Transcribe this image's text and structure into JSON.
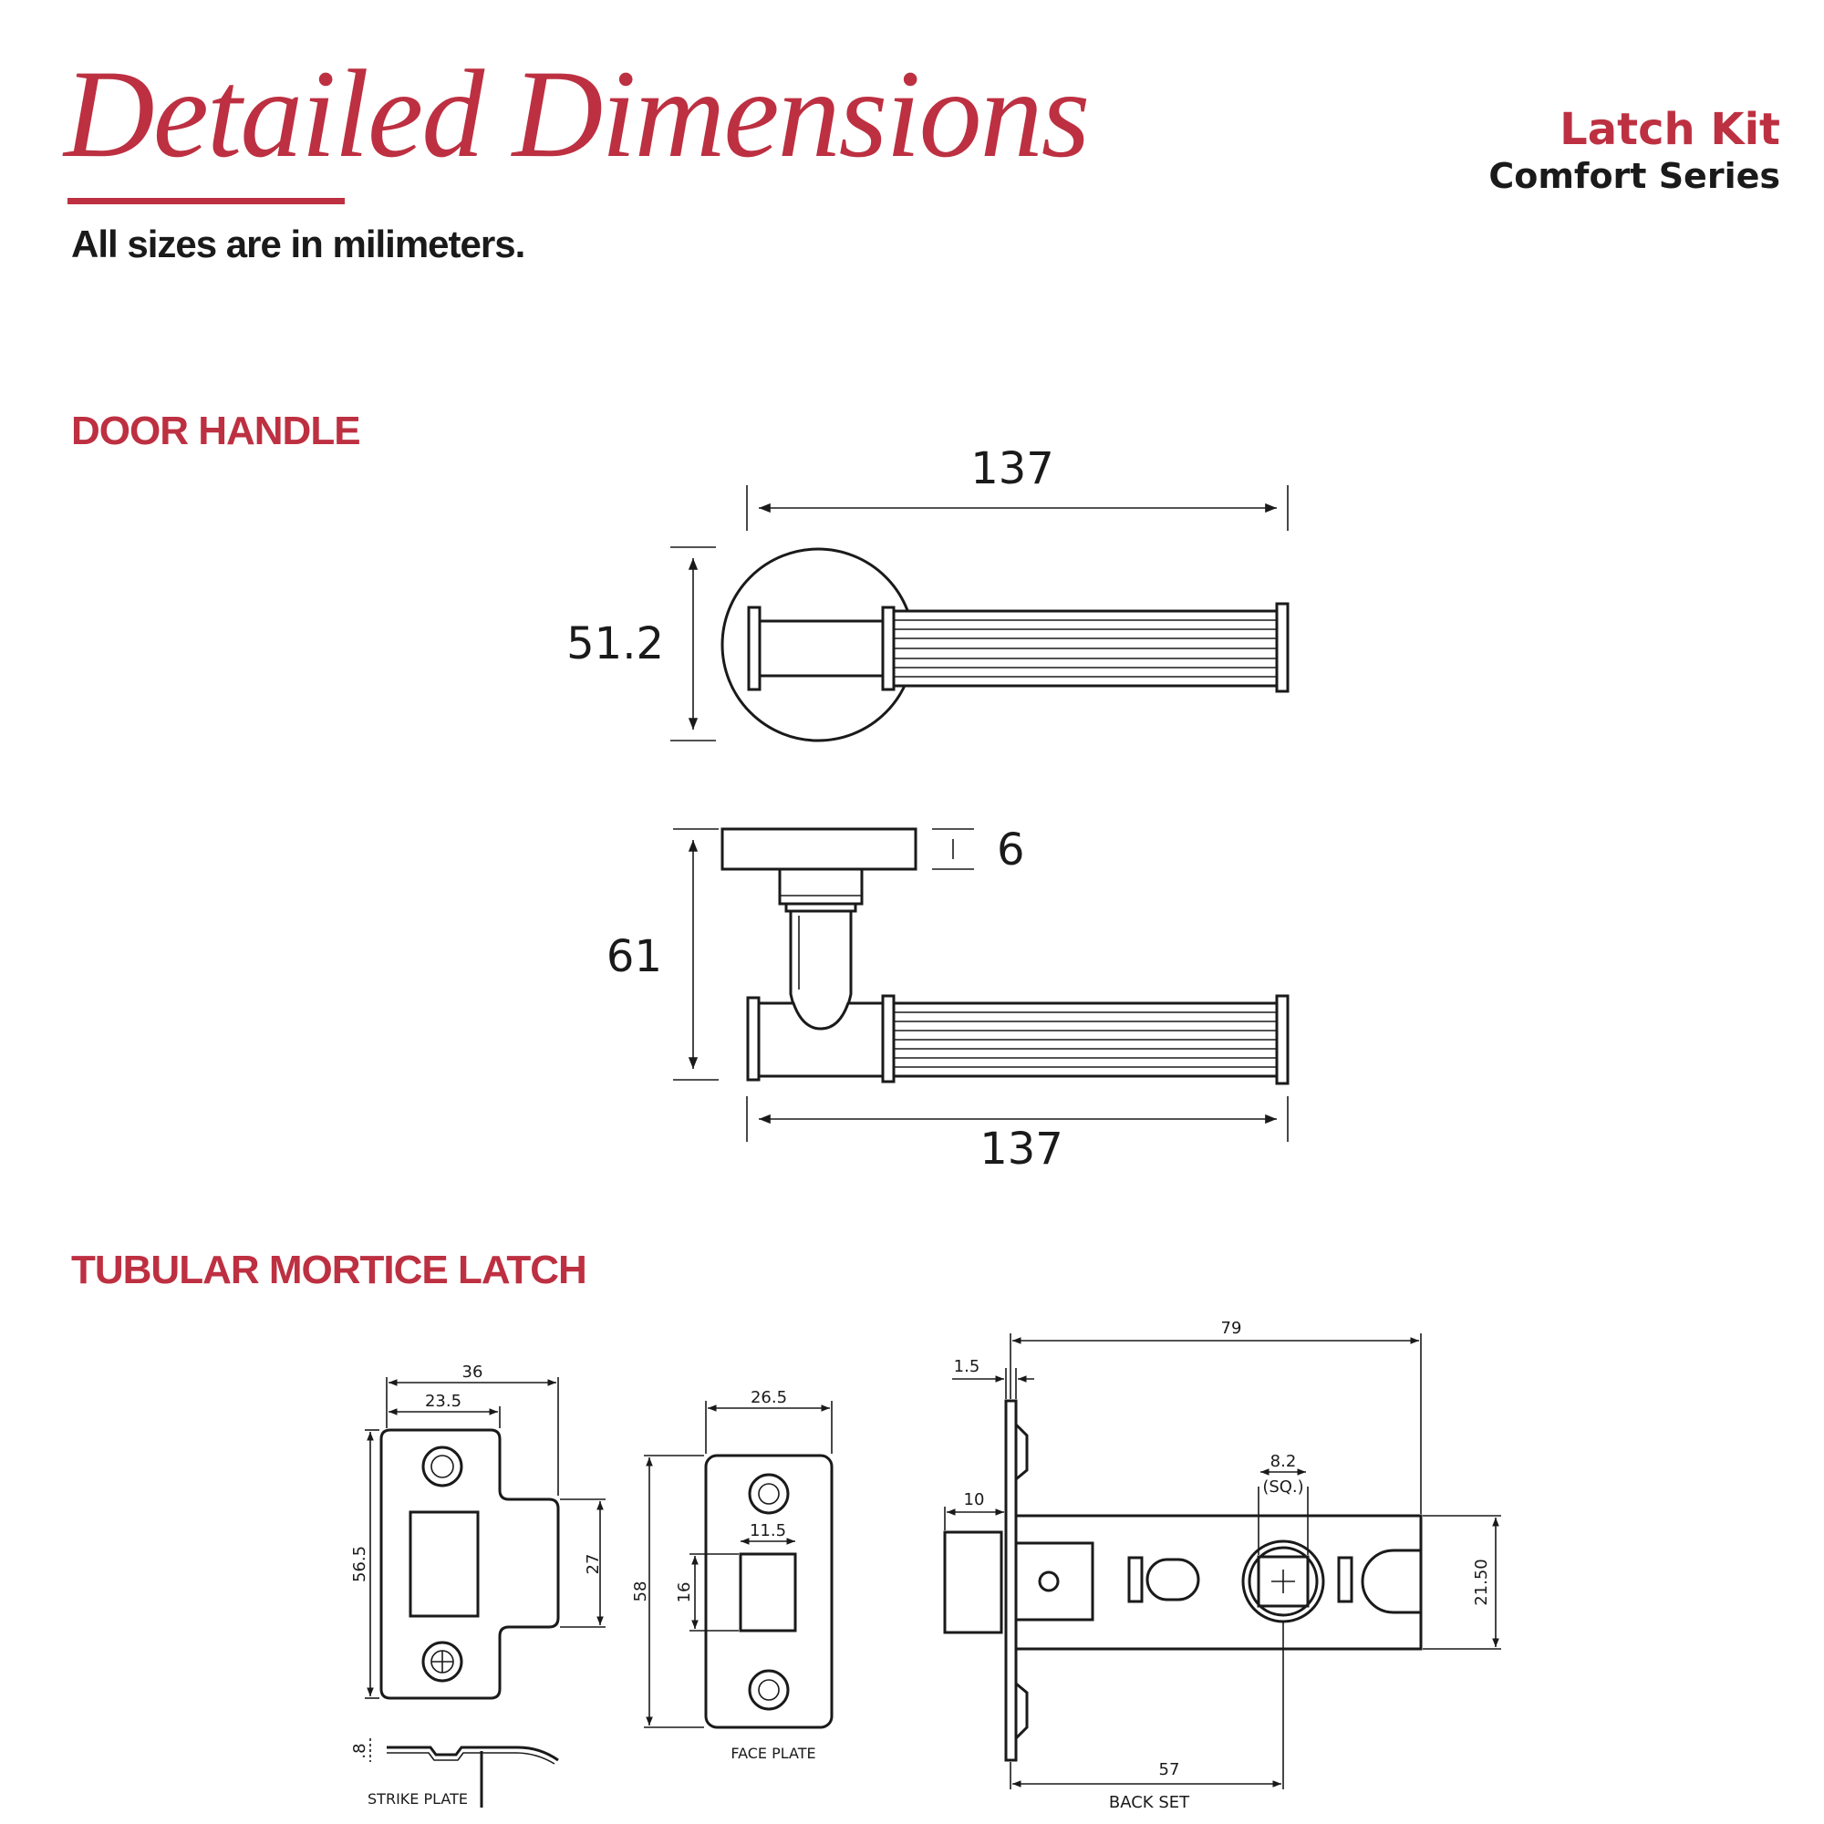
{
  "header": {
    "title": "Detailed Dimensions",
    "units_note": "All sizes are in milimeters.",
    "product_name": "Latch Kit",
    "product_series": "Comfort Series"
  },
  "colors": {
    "accent": "#bd3041",
    "ink": "#1a1a1a"
  },
  "door_handle": {
    "title": "DOOR HANDLE",
    "top_view": {
      "length": "137",
      "rose_diameter": "51.2"
    },
    "side_view": {
      "projection": "61",
      "rose_thickness": "6",
      "length": "137"
    }
  },
  "latch": {
    "title": "TUBULAR MORTICE LATCH",
    "strike_plate": {
      "width": "36",
      "inner_width": "23.5",
      "height": "56.5",
      "tongue_height": "27",
      "thickness": ".8",
      "label": "STRIKE PLATE"
    },
    "face_plate": {
      "width": "26.5",
      "slot_width": "11.5",
      "height": "58",
      "slot_height": "16",
      "label": "FACE PLATE"
    },
    "body": {
      "length": "79",
      "plate_thickness": "1.5",
      "bolt_projection": "10",
      "spindle": "8.2",
      "spindle_note": "(SQ.)",
      "height": "21.50",
      "backset": "57",
      "backset_label": "BACK SET"
    }
  }
}
